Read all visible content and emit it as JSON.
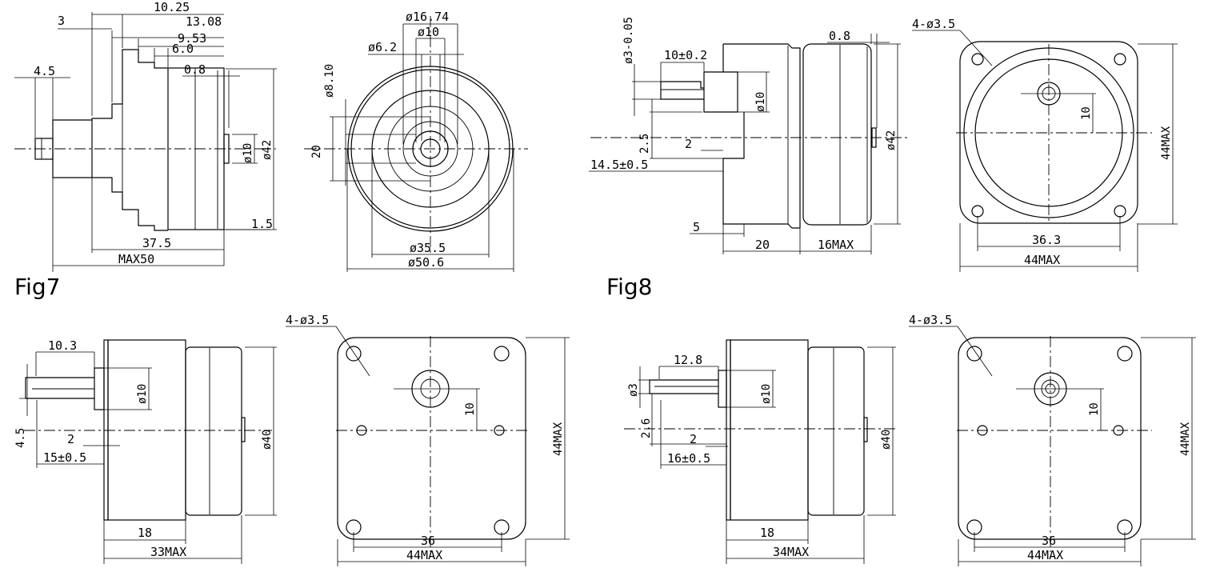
{
  "fig7": {
    "caption": "Fig7",
    "side": {
      "d_3": "3",
      "d_10_25": "10.25",
      "d_13_08": "13.08",
      "d_9_53": "9.53",
      "d_6_0": "6.0",
      "d_0_8": "0.8",
      "d_4_5": "4.5",
      "d_phi10": "ø10",
      "d_phi42": "ø42",
      "d_1_5": "1.5",
      "d_37_5": "37.5",
      "d_max50": "MAX50"
    },
    "front": {
      "d_phi16_74": "ø16.74",
      "d_phi10": "ø10",
      "d_phi6_2": "ø6.2",
      "d_phi8_10": "ø8.10",
      "d_20": "20",
      "d_phi35_5": "ø35.5",
      "d_phi50_6": "ø50.6"
    }
  },
  "fig8": {
    "caption": "Fig8",
    "side": {
      "d_phi3_tol": "ø3-0.05",
      "d_10_0_2": "10±0.2",
      "d_0_8": "0.8",
      "d_phi10": "ø10",
      "d_2_5": "2.5",
      "d_2": "2",
      "d_14_5": "14.5±0.5",
      "d_phi42": "ø42",
      "d_5": "5",
      "d_20": "20",
      "d_16max": "16MAX"
    },
    "front": {
      "d_holes": "4-ø3.5",
      "d_10": "10",
      "d_44max_v": "44MAX",
      "d_36_3": "36.3",
      "d_44max_h": "44MAX"
    }
  },
  "fig9": {
    "side": {
      "d_10_3": "10.3",
      "d_phi10": "ø10",
      "d_4_5": "4.5",
      "d_2": "2",
      "d_15": "15±0.5",
      "d_phi40": "ø40",
      "d_18": "18",
      "d_33max": "33MAX"
    },
    "front": {
      "d_holes": "4-ø3.5",
      "d_10": "10",
      "d_44max_v": "44MAX",
      "d_36": "36",
      "d_44max_h": "44MAX"
    }
  },
  "fig10": {
    "side": {
      "d_12_8": "12.8",
      "d_phi3": "ø3",
      "d_phi10": "ø10",
      "d_2_6": "2.6",
      "d_2": "2",
      "d_16": "16±0.5",
      "d_phi40": "ø40",
      "d_18": "18",
      "d_34max": "34MAX"
    },
    "front": {
      "d_holes": "4-ø3.5",
      "d_10": "10",
      "d_44max_v": "44MAX",
      "d_36": "36",
      "d_44max_h": "44MAX"
    }
  }
}
